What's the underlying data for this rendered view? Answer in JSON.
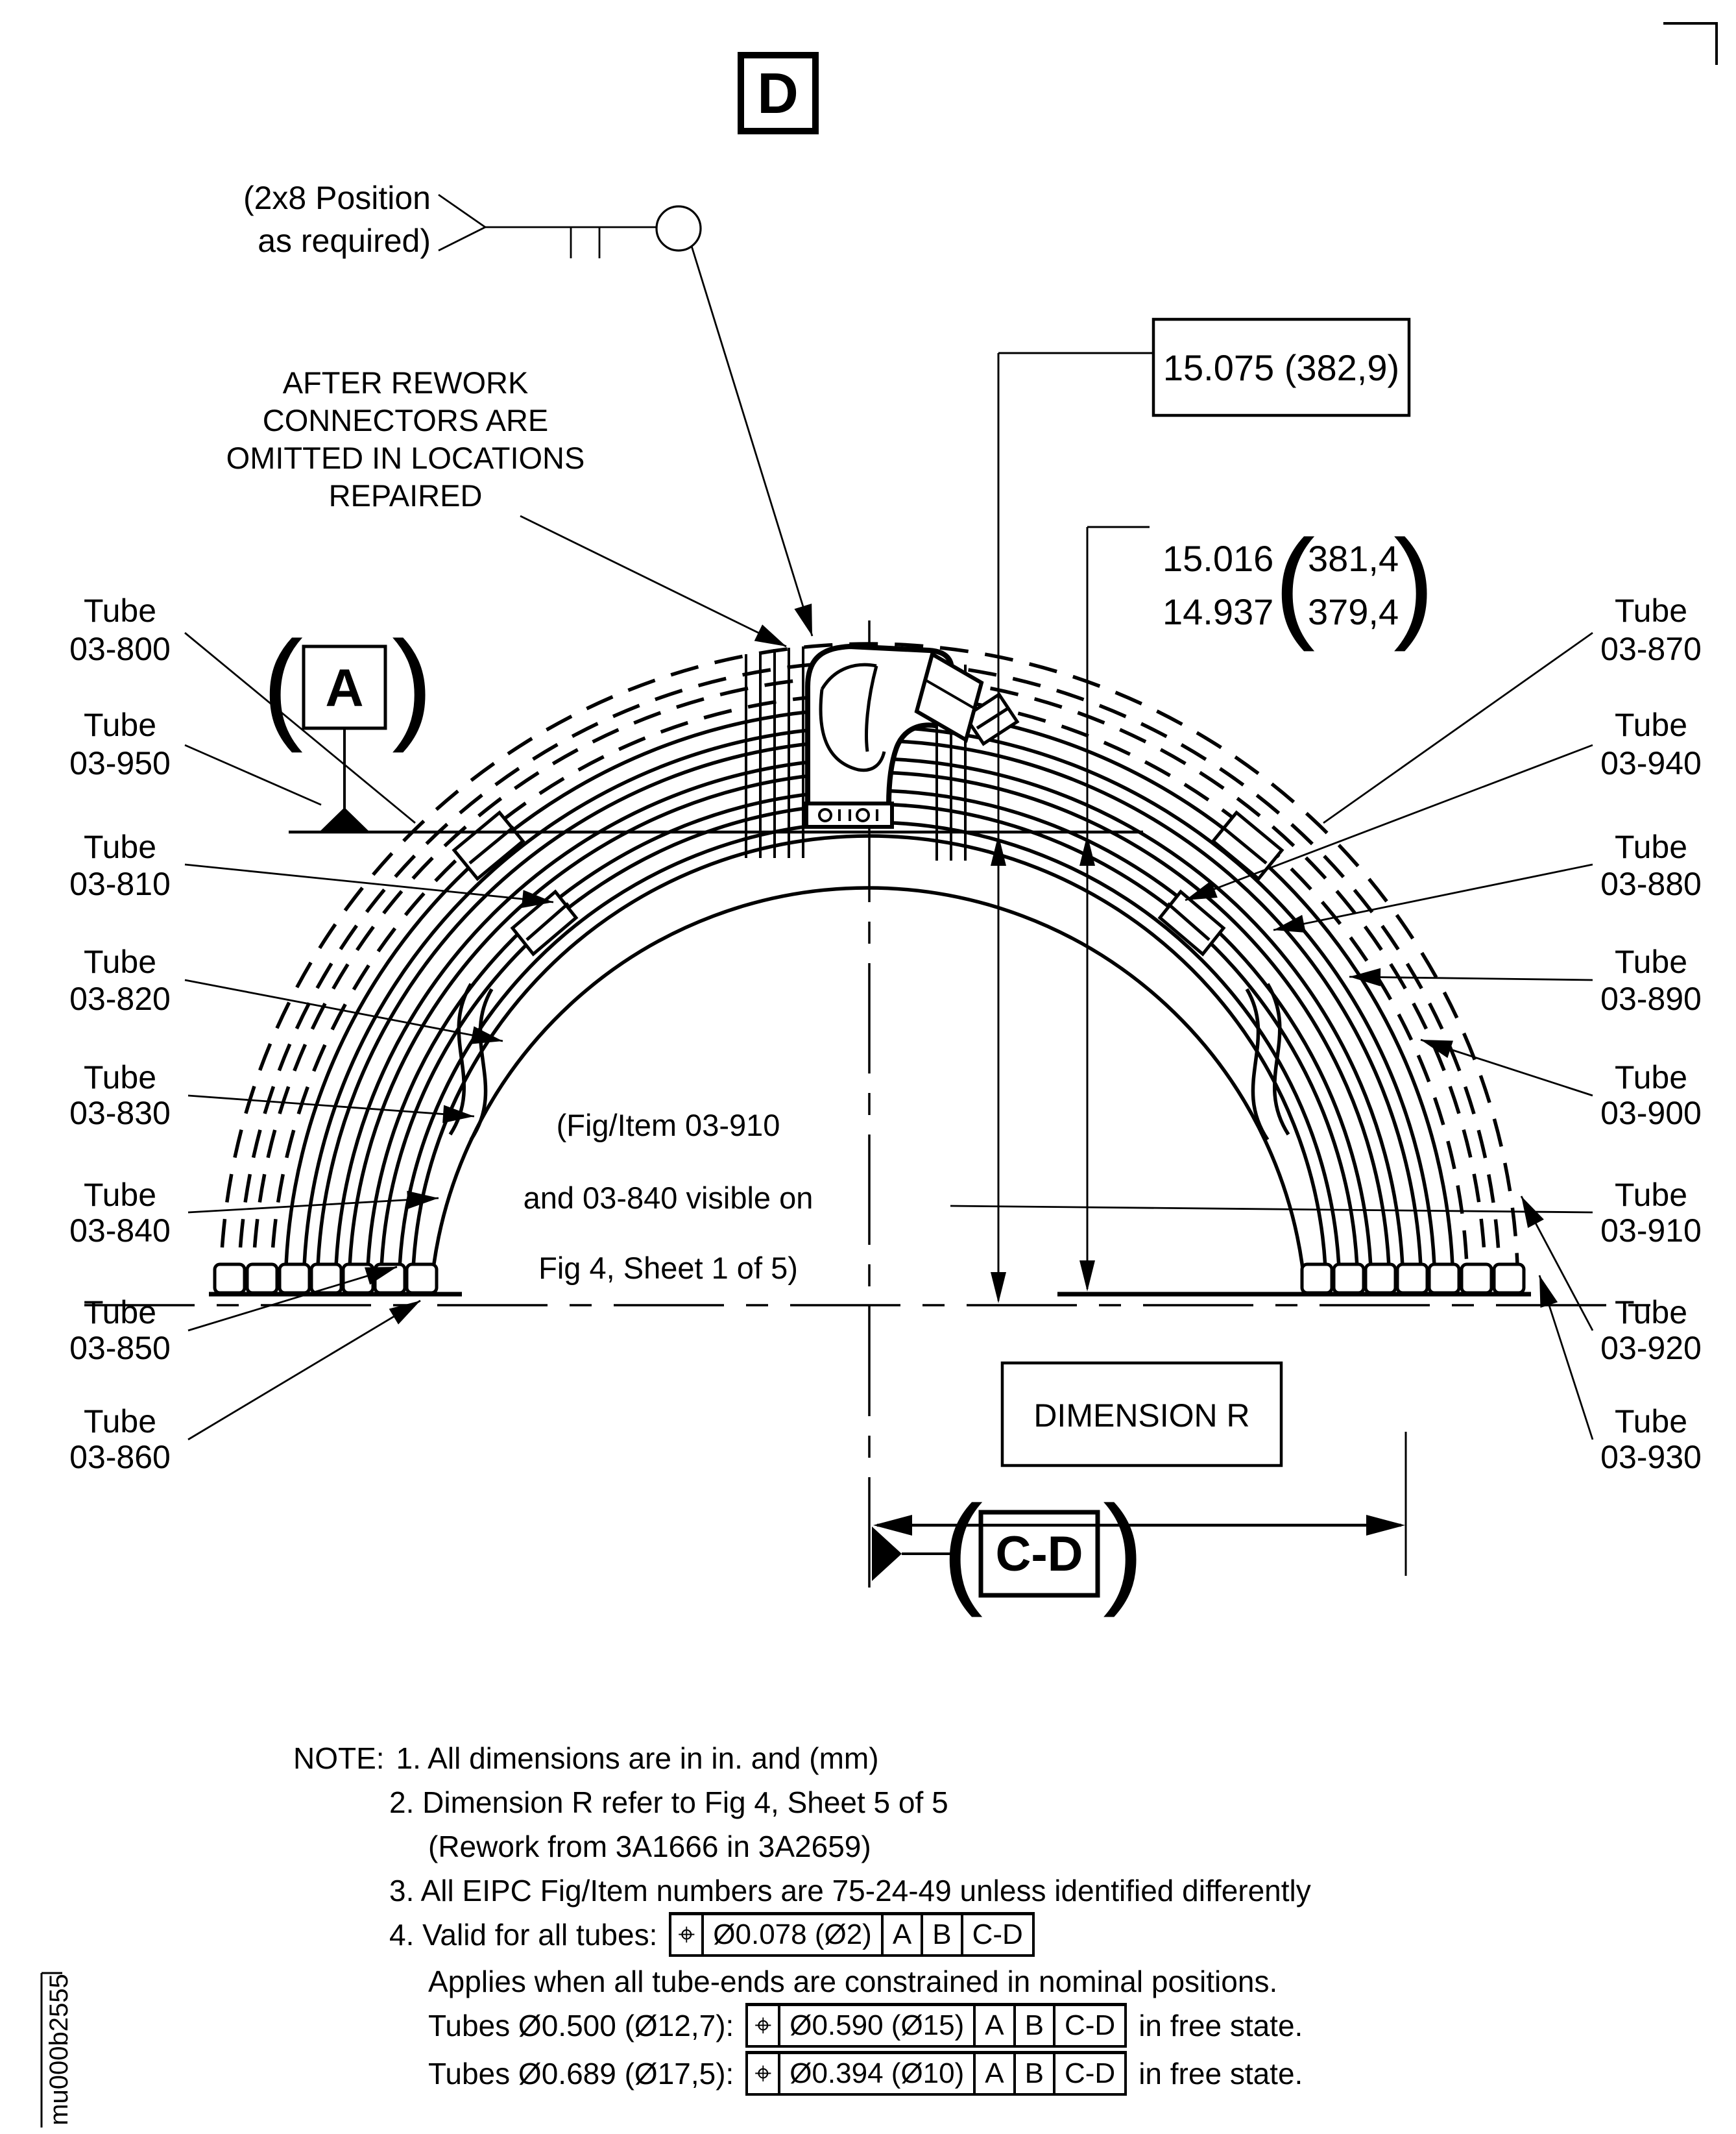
{
  "sheet": {
    "code": "mu000b2555"
  },
  "datums": {
    "d": "D",
    "a": "A",
    "cd": "C-D"
  },
  "position_note": {
    "line1": "(2x8 Position",
    "line2": "as required)"
  },
  "rework_note": {
    "line1": "AFTER REWORK",
    "line2": "CONNECTORS ARE",
    "line3": "OMITTED IN LOCATIONS",
    "line4": "REPAIRED"
  },
  "dimensions": {
    "overall": "15.075 (382,9)",
    "limit_upper_in": "15.016",
    "limit_lower_in": "14.937",
    "limit_upper_mm": "381,4",
    "limit_lower_mm": "379,4",
    "radius_label": "DIMENSION R"
  },
  "fig_note": {
    "line1": "(Fig/Item 03-910",
    "line2": "and 03-840 visible on",
    "line3": "Fig 4, Sheet 1 of 5)"
  },
  "tubes_left": [
    {
      "l1": "Tube",
      "l2": "03-800"
    },
    {
      "l1": "Tube",
      "l2": "03-950"
    },
    {
      "l1": "Tube",
      "l2": "03-810"
    },
    {
      "l1": "Tube",
      "l2": "03-820"
    },
    {
      "l1": "Tube",
      "l2": "03-830"
    },
    {
      "l1": "Tube",
      "l2": "03-840"
    },
    {
      "l1": "Tube",
      "l2": "03-850"
    },
    {
      "l1": "Tube",
      "l2": "03-860"
    }
  ],
  "tubes_right": [
    {
      "l1": "Tube",
      "l2": "03-870"
    },
    {
      "l1": "Tube",
      "l2": "03-940"
    },
    {
      "l1": "Tube",
      "l2": "03-880"
    },
    {
      "l1": "Tube",
      "l2": "03-890"
    },
    {
      "l1": "Tube",
      "l2": "03-900"
    },
    {
      "l1": "Tube",
      "l2": "03-910"
    },
    {
      "l1": "Tube",
      "l2": "03-920"
    },
    {
      "l1": "Tube",
      "l2": "03-930"
    }
  ],
  "notes": {
    "label": "NOTE:",
    "n1": "1. All dimensions are in in. and (mm)",
    "n2": "2. Dimension R refer to Fig 4, Sheet 5 of 5",
    "n2b": "(Rework from 3A1666 in 3A2659)",
    "n3": "3. All EIPC Fig/Item numbers are 75-24-49 unless identified differently",
    "n4_prefix": "4. Valid for all tubes:",
    "n4b": "Applies when all tube-ends are constrained in nominal positions.",
    "n5_prefix": "Tubes Ø0.500 (Ø12,7):",
    "n5_suffix": "in free state.",
    "n6_prefix": "Tubes Ø0.689 (Ø17,5):",
    "n6_suffix": "in free state.",
    "fcf_all": {
      "symbol": "⌖",
      "tolerance": "Ø0.078 (Ø2)",
      "datum1": "A",
      "datum2": "B",
      "datum3": "C-D"
    },
    "fcf_d500": {
      "symbol": "⌖",
      "tolerance": "Ø0.590 (Ø15)",
      "datum1": "A",
      "datum2": "B",
      "datum3": "C-D"
    },
    "fcf_d689": {
      "symbol": "⌖",
      "tolerance": "Ø0.394 (Ø10)",
      "datum1": "A",
      "datum2": "B",
      "datum3": "C-D"
    }
  }
}
